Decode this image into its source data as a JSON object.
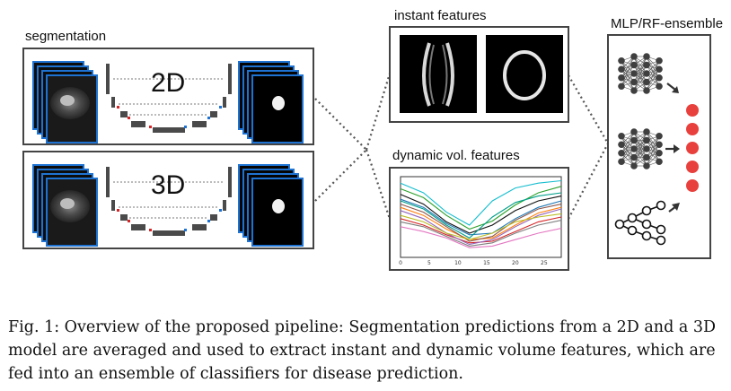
{
  "segmentation": {
    "title": "segmentation",
    "model_2d_label": "2D",
    "model_3d_label": "3D"
  },
  "features": {
    "instant_title": "instant features",
    "dynamic_title": "dynamic vol. features",
    "chart_ticks": [
      "0",
      "5",
      "10",
      "15",
      "20",
      "25"
    ]
  },
  "classifier": {
    "title": "MLP/RF-ensemble"
  },
  "caption": {
    "text": "Fig. 1: Overview of the proposed pipeline: Segmentation predictions from a 2D and a 3D model are averaged and used to extract instant and dynamic volume features, which are fed into an ensemble of classifiers for disease prediction."
  },
  "colors": {
    "frame": "#444444",
    "stack_blue": "#1e73d2",
    "output_dot": "#e8403c",
    "node": "#3f3f3f"
  },
  "chart_data": {
    "type": "line",
    "x": [
      0,
      4,
      8,
      12,
      16,
      20,
      24,
      28
    ],
    "xlim": [
      0,
      28
    ],
    "ylim": [
      0,
      1
    ],
    "series": [
      {
        "color": "#1f77b4",
        "values": [
          0.72,
          0.62,
          0.42,
          0.28,
          0.3,
          0.48,
          0.62,
          0.7
        ]
      },
      {
        "color": "#ff7f0e",
        "values": [
          0.62,
          0.52,
          0.35,
          0.22,
          0.24,
          0.4,
          0.55,
          0.62
        ]
      },
      {
        "color": "#2ca02c",
        "values": [
          0.85,
          0.74,
          0.52,
          0.35,
          0.45,
          0.65,
          0.8,
          0.88
        ]
      },
      {
        "color": "#d62728",
        "values": [
          0.48,
          0.4,
          0.28,
          0.18,
          0.2,
          0.32,
          0.44,
          0.5
        ]
      },
      {
        "color": "#9467bd",
        "values": [
          0.58,
          0.48,
          0.3,
          0.16,
          0.22,
          0.38,
          0.52,
          0.6
        ]
      },
      {
        "color": "#8c564b",
        "values": [
          0.66,
          0.56,
          0.38,
          0.2,
          0.26,
          0.46,
          0.6,
          0.66
        ]
      },
      {
        "color": "#e377c2",
        "values": [
          0.38,
          0.32,
          0.24,
          0.12,
          0.14,
          0.22,
          0.3,
          0.36
        ]
      },
      {
        "color": "#17becf",
        "values": [
          0.92,
          0.8,
          0.56,
          0.4,
          0.7,
          0.86,
          0.92,
          0.95
        ]
      },
      {
        "color": "#bcbd22",
        "values": [
          0.52,
          0.44,
          0.3,
          0.22,
          0.3,
          0.44,
          0.5,
          0.54
        ]
      },
      {
        "color": "#111111",
        "values": [
          0.78,
          0.66,
          0.44,
          0.3,
          0.4,
          0.58,
          0.7,
          0.76
        ]
      },
      {
        "color": "#7f7f7f",
        "values": [
          0.44,
          0.38,
          0.26,
          0.14,
          0.18,
          0.3,
          0.4,
          0.46
        ]
      },
      {
        "color": "#00a08a",
        "values": [
          0.7,
          0.6,
          0.4,
          0.24,
          0.5,
          0.68,
          0.76,
          0.8
        ]
      }
    ]
  }
}
